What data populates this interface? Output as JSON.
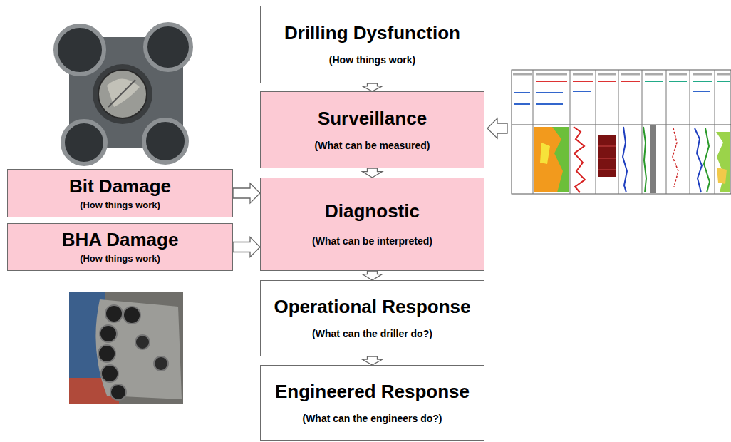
{
  "diagram": {
    "nodes": [
      {
        "text": [
          "Drilling Dysfunction",
          "(How things work)"
        ]
      },
      {
        "text": [
          "Surveillance",
          "(What can be measured)"
        ]
      },
      {
        "text": [
          "Bit Damage",
          "(How things work)"
        ]
      },
      {
        "text": [
          "BHA Damage",
          "(How things work)"
        ]
      },
      {
        "text": [
          "Diagnostic",
          "(What can be interpreted)"
        ]
      },
      {
        "text": [
          "Operational Response",
          "(What can the driller do?)"
        ]
      },
      {
        "text": [
          "Engineered Response",
          "(What can the engineers do?)"
        ]
      }
    ],
    "edges": [
      {
        "from": 0,
        "to": 1,
        "arrow": "to"
      },
      {
        "from": 1,
        "to": 4,
        "arrow": "to"
      },
      {
        "from": 2,
        "to": 4,
        "arrow": "to"
      },
      {
        "from": 3,
        "to": 4,
        "arrow": "to"
      },
      {
        "from": 4,
        "to": 5,
        "arrow": "to"
      },
      {
        "from": 5,
        "to": 6,
        "arrow": "to"
      }
    ]
  }
}
